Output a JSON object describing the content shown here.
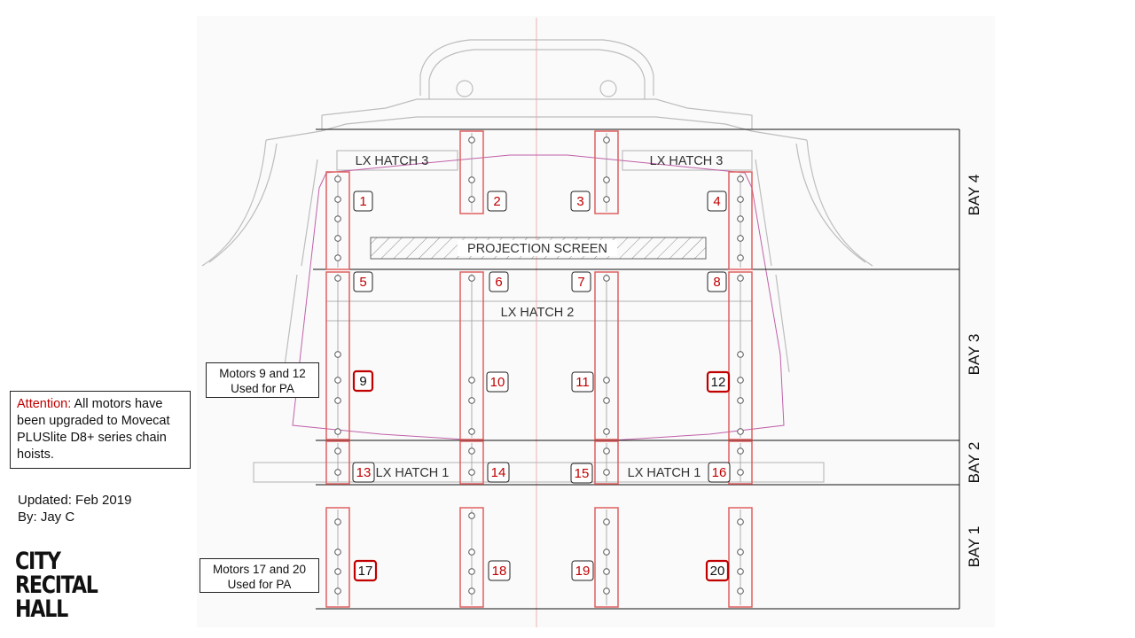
{
  "hatches": {
    "hatch3_left": "LX  HATCH 3",
    "hatch3_right": "LX  HATCH 3",
    "hatch2": "LX  HATCH 2",
    "hatch1_left": "LX  HATCH 1",
    "hatch1_right": "LX  HATCH 1",
    "projection_screen": "PROJECTION SCREEN"
  },
  "bays": [
    "BAY 4",
    "BAY 3",
    "BAY 2",
    "BAY 1"
  ],
  "motors": [
    {
      "id": "1",
      "pa": false
    },
    {
      "id": "2",
      "pa": false
    },
    {
      "id": "3",
      "pa": false
    },
    {
      "id": "4",
      "pa": false
    },
    {
      "id": "5",
      "pa": false
    },
    {
      "id": "6",
      "pa": false
    },
    {
      "id": "7",
      "pa": false
    },
    {
      "id": "8",
      "pa": false
    },
    {
      "id": "9",
      "pa": true
    },
    {
      "id": "10",
      "pa": false
    },
    {
      "id": "11",
      "pa": false
    },
    {
      "id": "12",
      "pa": true
    },
    {
      "id": "13",
      "pa": false
    },
    {
      "id": "14",
      "pa": false
    },
    {
      "id": "15",
      "pa": false
    },
    {
      "id": "16",
      "pa": false
    },
    {
      "id": "17",
      "pa": true
    },
    {
      "id": "18",
      "pa": false
    },
    {
      "id": "19",
      "pa": false
    },
    {
      "id": "20",
      "pa": true
    }
  ],
  "notes": {
    "pa_bay3": [
      "Motors 9 and 12",
      "Used for PA"
    ],
    "pa_bay1": [
      "Motors 17 and 20",
      "Used for PA"
    ],
    "attention_label": "Attention:",
    "attention_text": " All motors have been upgraded to Movecat PLUSlite D8+ series chain hoists.",
    "updated": "Updated: Feb 2019",
    "by": "By: Jay C"
  },
  "logo": [
    "CITY",
    "RECITAL",
    "HALL"
  ],
  "colors": {
    "red": "#c00000",
    "truss": "#e06060",
    "outline": "#b8b8b8",
    "magenta": "#c060a8",
    "line": "#111111"
  }
}
